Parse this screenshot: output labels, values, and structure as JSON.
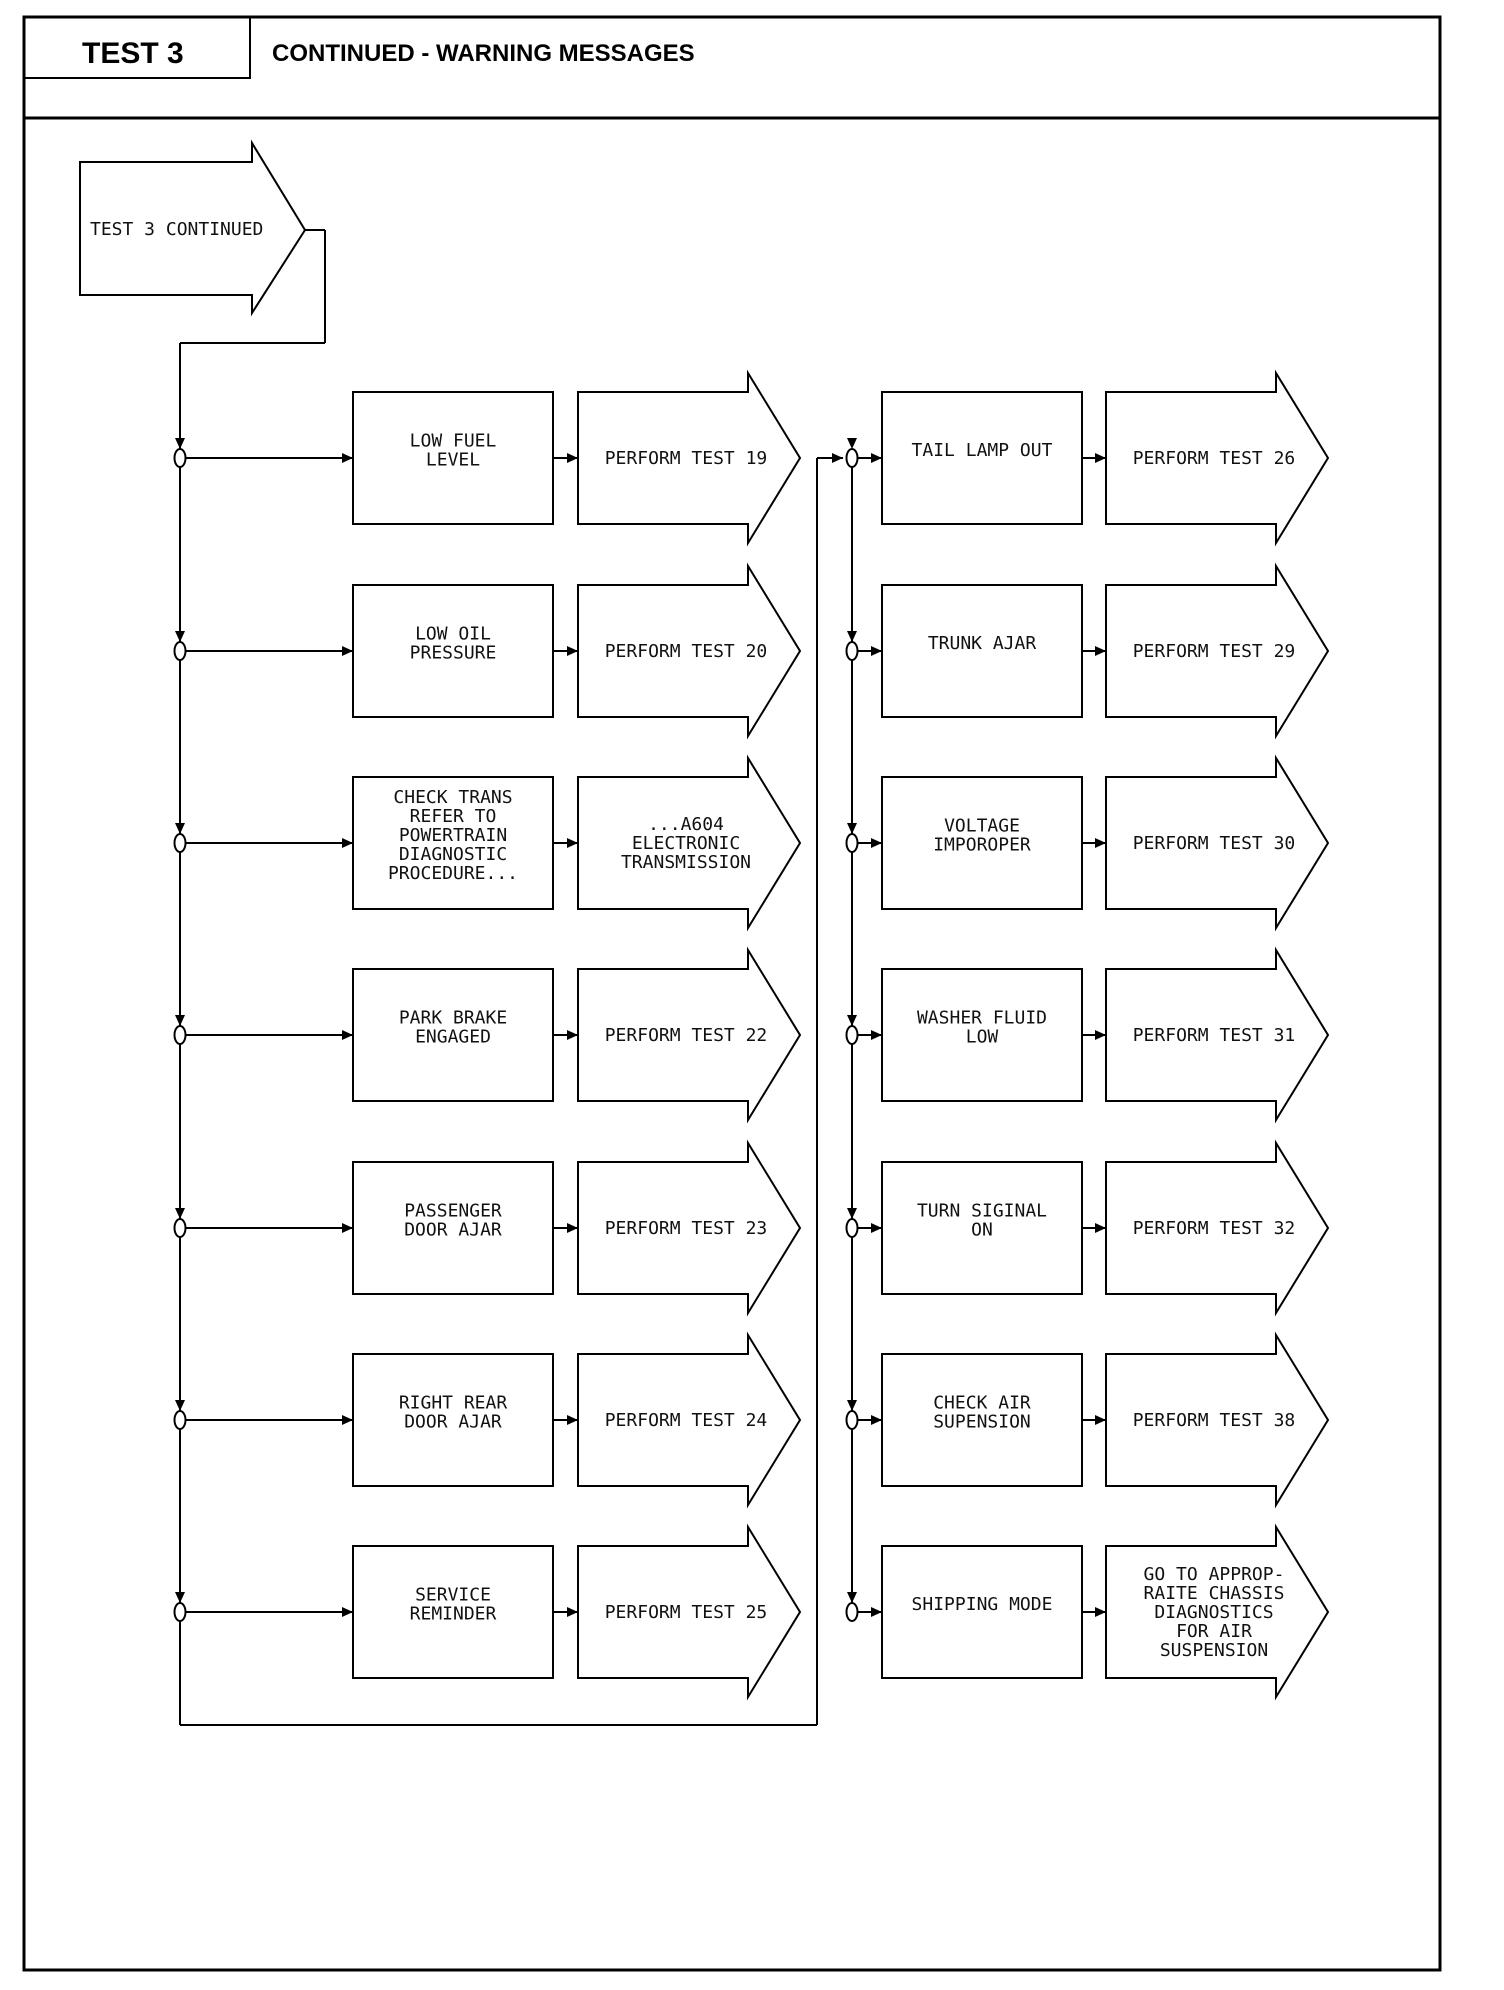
{
  "header": {
    "test_label": "TEST 3",
    "title": "CONTINUED - WARNING MESSAGES"
  },
  "start": {
    "label": "TEST 3 CONTINUED"
  },
  "left_column": [
    {
      "message": [
        "LOW FUEL",
        "LEVEL"
      ],
      "action": [
        "PERFORM TEST 19"
      ]
    },
    {
      "message": [
        "LOW OIL",
        "PRESSURE"
      ],
      "action": [
        "PERFORM TEST 20"
      ]
    },
    {
      "message": [
        "CHECK TRANS",
        "REFER TO",
        "POWERTRAIN",
        "DIAGNOSTIC",
        "PROCEDURE..."
      ],
      "action": [
        "...A604",
        "ELECTRONIC",
        "TRANSMISSION"
      ]
    },
    {
      "message": [
        "PARK BRAKE",
        "ENGAGED"
      ],
      "action": [
        "PERFORM TEST 22"
      ]
    },
    {
      "message": [
        "PASSENGER",
        "DOOR AJAR"
      ],
      "action": [
        "PERFORM TEST 23"
      ]
    },
    {
      "message": [
        "RIGHT REAR",
        "DOOR AJAR"
      ],
      "action": [
        "PERFORM TEST 24"
      ]
    },
    {
      "message": [
        "SERVICE",
        "REMINDER"
      ],
      "action": [
        "PERFORM TEST 25"
      ]
    }
  ],
  "right_column": [
    {
      "message": [
        "TAIL LAMP OUT"
      ],
      "action": [
        "PERFORM TEST 26"
      ]
    },
    {
      "message": [
        "TRUNK AJAR"
      ],
      "action": [
        "PERFORM TEST 29"
      ]
    },
    {
      "message": [
        "VOLTAGE",
        "IMPOROPER"
      ],
      "action": [
        "PERFORM TEST 30"
      ]
    },
    {
      "message": [
        "WASHER FLUID",
        "LOW"
      ],
      "action": [
        "PERFORM TEST 31"
      ]
    },
    {
      "message": [
        "TURN SIGINAL",
        "ON"
      ],
      "action": [
        "PERFORM TEST 32"
      ]
    },
    {
      "message": [
        "CHECK AIR",
        "SUPENSION"
      ],
      "action": [
        "PERFORM TEST 38"
      ]
    },
    {
      "message": [
        "SHIPPING MODE"
      ],
      "action": [
        "GO TO APPROP-",
        "RAITE CHASSIS",
        "DIAGNOSTICS",
        "FOR AIR",
        "SUSPENSION"
      ]
    }
  ]
}
